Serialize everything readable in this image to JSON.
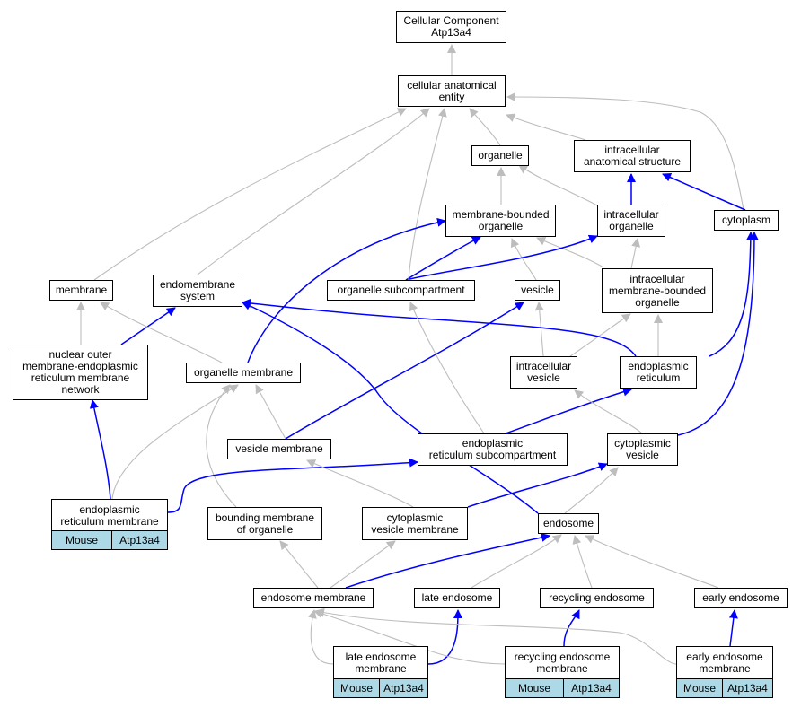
{
  "graph": {
    "colors": {
      "is_a": "#bdbdbd",
      "part_of": "#0000ff",
      "annotation_cell": "#add8e6"
    },
    "nodes": {
      "root": "Cellular Component\nAtp13a4",
      "cae": "cellular anatomical\nentity",
      "organelle": "organelle",
      "ias": "intracellular\nanatomical structure",
      "mbo": "membrane-bounded\norganelle",
      "io": "intracellular\norganelle",
      "cytoplasm": "cytoplasm",
      "membrane": "membrane",
      "endomembrane": "endomembrane\nsystem",
      "osub": "organelle subcompartment",
      "vesicle": "vesicle",
      "imbo": "intracellular\nmembrane-bounded\norganelle",
      "nom": "nuclear outer\nmembrane-endoplasmic\nreticulum membrane\nnetwork",
      "om": "organelle membrane",
      "iv": "intracellular\nvesicle",
      "er": "endoplasmic\nreticulum",
      "vm": "vesicle membrane",
      "ersub": "endoplasmic\nreticulum subcompartment",
      "cv": "cytoplasmic\nvesicle",
      "bmo": "bounding membrane\nof organelle",
      "cvm": "cytoplasmic\nvesicle membrane",
      "endosome": "endosome",
      "em": "endosome membrane",
      "le": "late endosome",
      "re": "recycling endosome",
      "ee": "early endosome"
    },
    "annotated": {
      "erm": {
        "label": "endoplasmic\nreticulum membrane",
        "species": "Mouse",
        "gene": "Atp13a4"
      },
      "lem": {
        "label": "late endosome\nmembrane",
        "species": "Mouse",
        "gene": "Atp13a4"
      },
      "rem": {
        "label": "recycling endosome\nmembrane",
        "species": "Mouse",
        "gene": "Atp13a4"
      },
      "eem": {
        "label": "early endosome\nmembrane",
        "species": "Mouse",
        "gene": "Atp13a4"
      }
    }
  }
}
